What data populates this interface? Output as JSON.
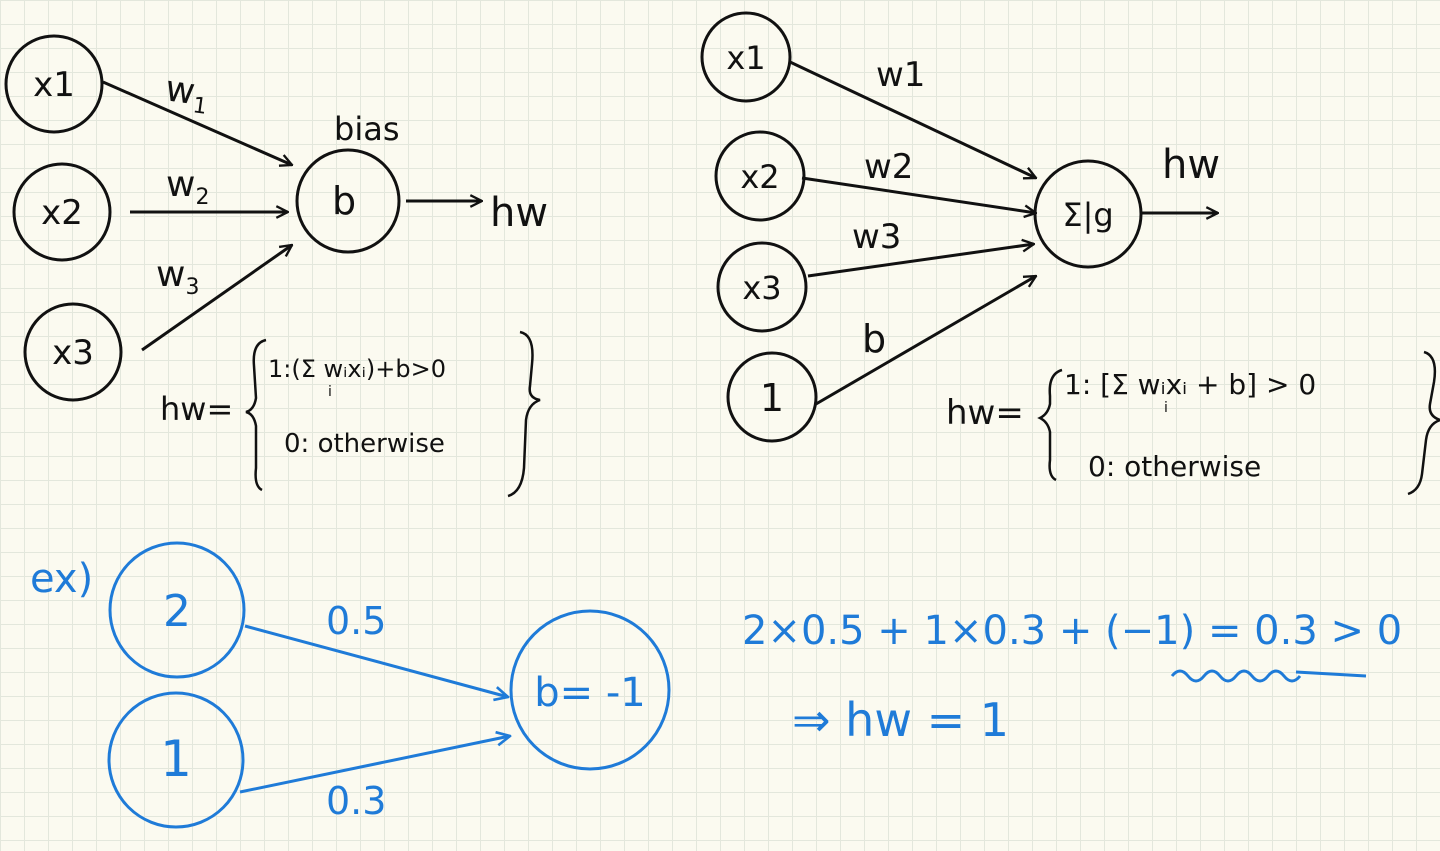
{
  "colors": {
    "ink": "#111111",
    "blue": "#1f7bd8",
    "paper": "#fbfaf0",
    "grid": "#e3e7dc"
  },
  "diagram_a": {
    "nodes": {
      "x1": "x1",
      "x2": "x2",
      "x3": "x3",
      "b": "b"
    },
    "weights": {
      "w1": "w",
      "w1_sub": "1",
      "w2": "w",
      "w2_sub": "2",
      "w3": "w",
      "w3_sub": "3"
    },
    "bias_label": "bias",
    "output": "hw",
    "formula": {
      "lhs": "hw=",
      "case1": "1:(Σ wᵢxᵢ)+b>0",
      "sum_index": "i",
      "case2": "0: otherwise"
    }
  },
  "diagram_b": {
    "nodes": {
      "x1": "x1",
      "x2": "x2",
      "x3": "x3",
      "one": "1",
      "sum": "Σ|g"
    },
    "weights": {
      "w1": "w1",
      "w2": "w2",
      "w3": "w3",
      "b": "b"
    },
    "output": "hw",
    "formula": {
      "lhs": "hw=",
      "case1": "1: [Σ wᵢxᵢ + b] > 0",
      "sum_index": "i",
      "case2": "0: otherwise"
    }
  },
  "example": {
    "label": "ex)",
    "nodes": {
      "in1": "2",
      "in2": "1",
      "out": "b= -1"
    },
    "weights": {
      "top": "0.5",
      "bottom": "0.3"
    },
    "calc": "2×0.5 + 1×0.3 + (−1) = 0.3 > 0",
    "result": "⇒ hw = 1"
  }
}
